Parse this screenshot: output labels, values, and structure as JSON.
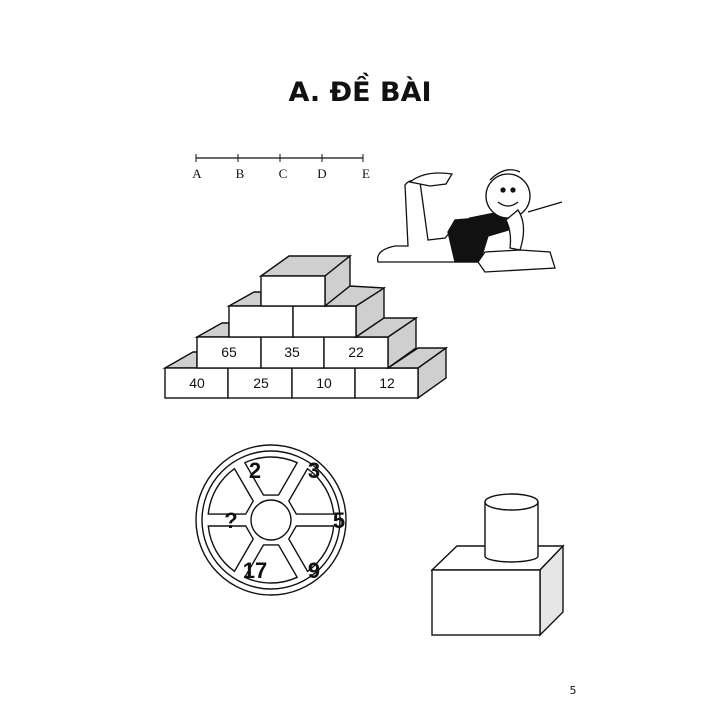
{
  "title": "A. ĐỀ BÀI",
  "number_line": {
    "labels": [
      "A",
      "B",
      "C",
      "D",
      "E"
    ]
  },
  "brick_pyramid": {
    "row1": [
      "40",
      "25",
      "10",
      "12"
    ],
    "row2": [
      "65",
      "35",
      "22"
    ],
    "row3": [
      "",
      ""
    ],
    "row4": [
      ""
    ]
  },
  "wheel": {
    "sectors": [
      "2",
      "3",
      "5",
      "9",
      "17",
      "?"
    ]
  },
  "page_number": "5"
}
